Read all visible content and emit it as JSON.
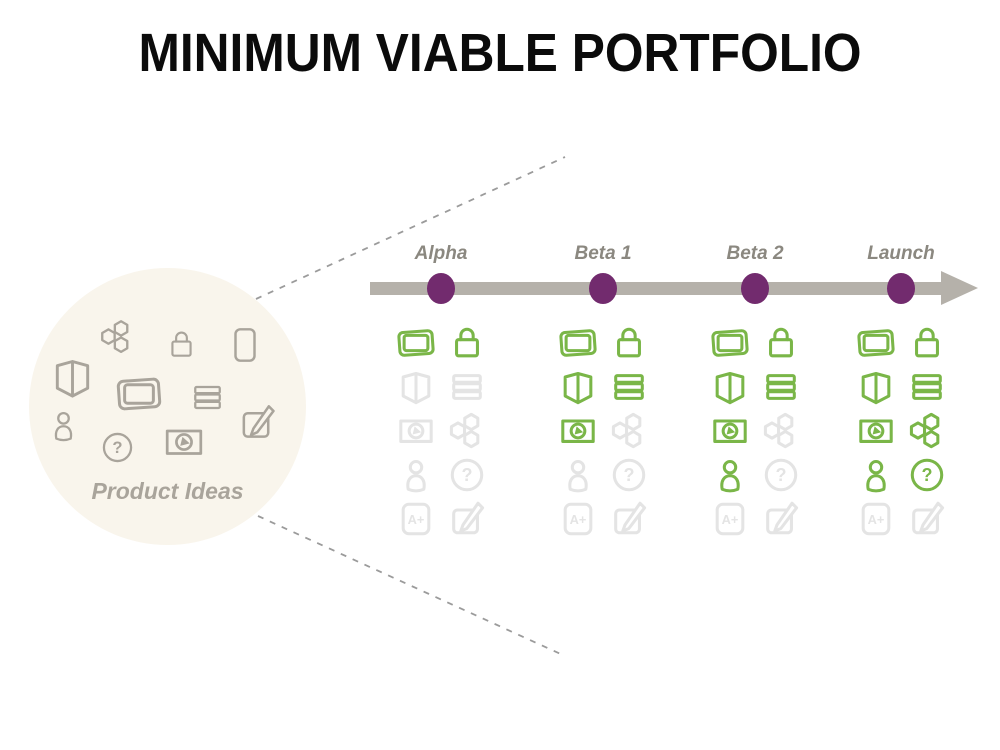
{
  "title": "MINIMUM VIABLE PORTFOLIO",
  "colors": {
    "green": "#7ab648",
    "inactive": "#e4e4e4",
    "purple": "#722b6e",
    "bar": "#b5b1aa",
    "circle_fill": "#f9f5ec",
    "cloud_icon": "#a9a49b",
    "label_gray": "#8b8880",
    "dash": "#9b9b9b",
    "title": "#0b0b0b"
  },
  "icon_glyphs": {
    "question": "?",
    "grade": "A+"
  },
  "idea_cloud": {
    "label": "Product Ideas",
    "icons": [
      "hexagons",
      "lock",
      "card",
      "book",
      "tablet",
      "list",
      "person",
      "question",
      "video",
      "edit"
    ]
  },
  "timeline": {
    "grid_order": [
      "tablet",
      "lock",
      "book",
      "list",
      "video",
      "hexagons",
      "person",
      "question",
      "grade",
      "edit"
    ],
    "stages": [
      {
        "label": "Alpha",
        "active": [
          "tablet",
          "lock"
        ]
      },
      {
        "label": "Beta 1",
        "active": [
          "tablet",
          "lock",
          "book",
          "list",
          "video"
        ]
      },
      {
        "label": "Beta 2",
        "active": [
          "tablet",
          "lock",
          "book",
          "list",
          "video",
          "person"
        ]
      },
      {
        "label": "Launch",
        "active": [
          "tablet",
          "lock",
          "book",
          "list",
          "video",
          "hexagons",
          "person",
          "question"
        ]
      }
    ]
  }
}
